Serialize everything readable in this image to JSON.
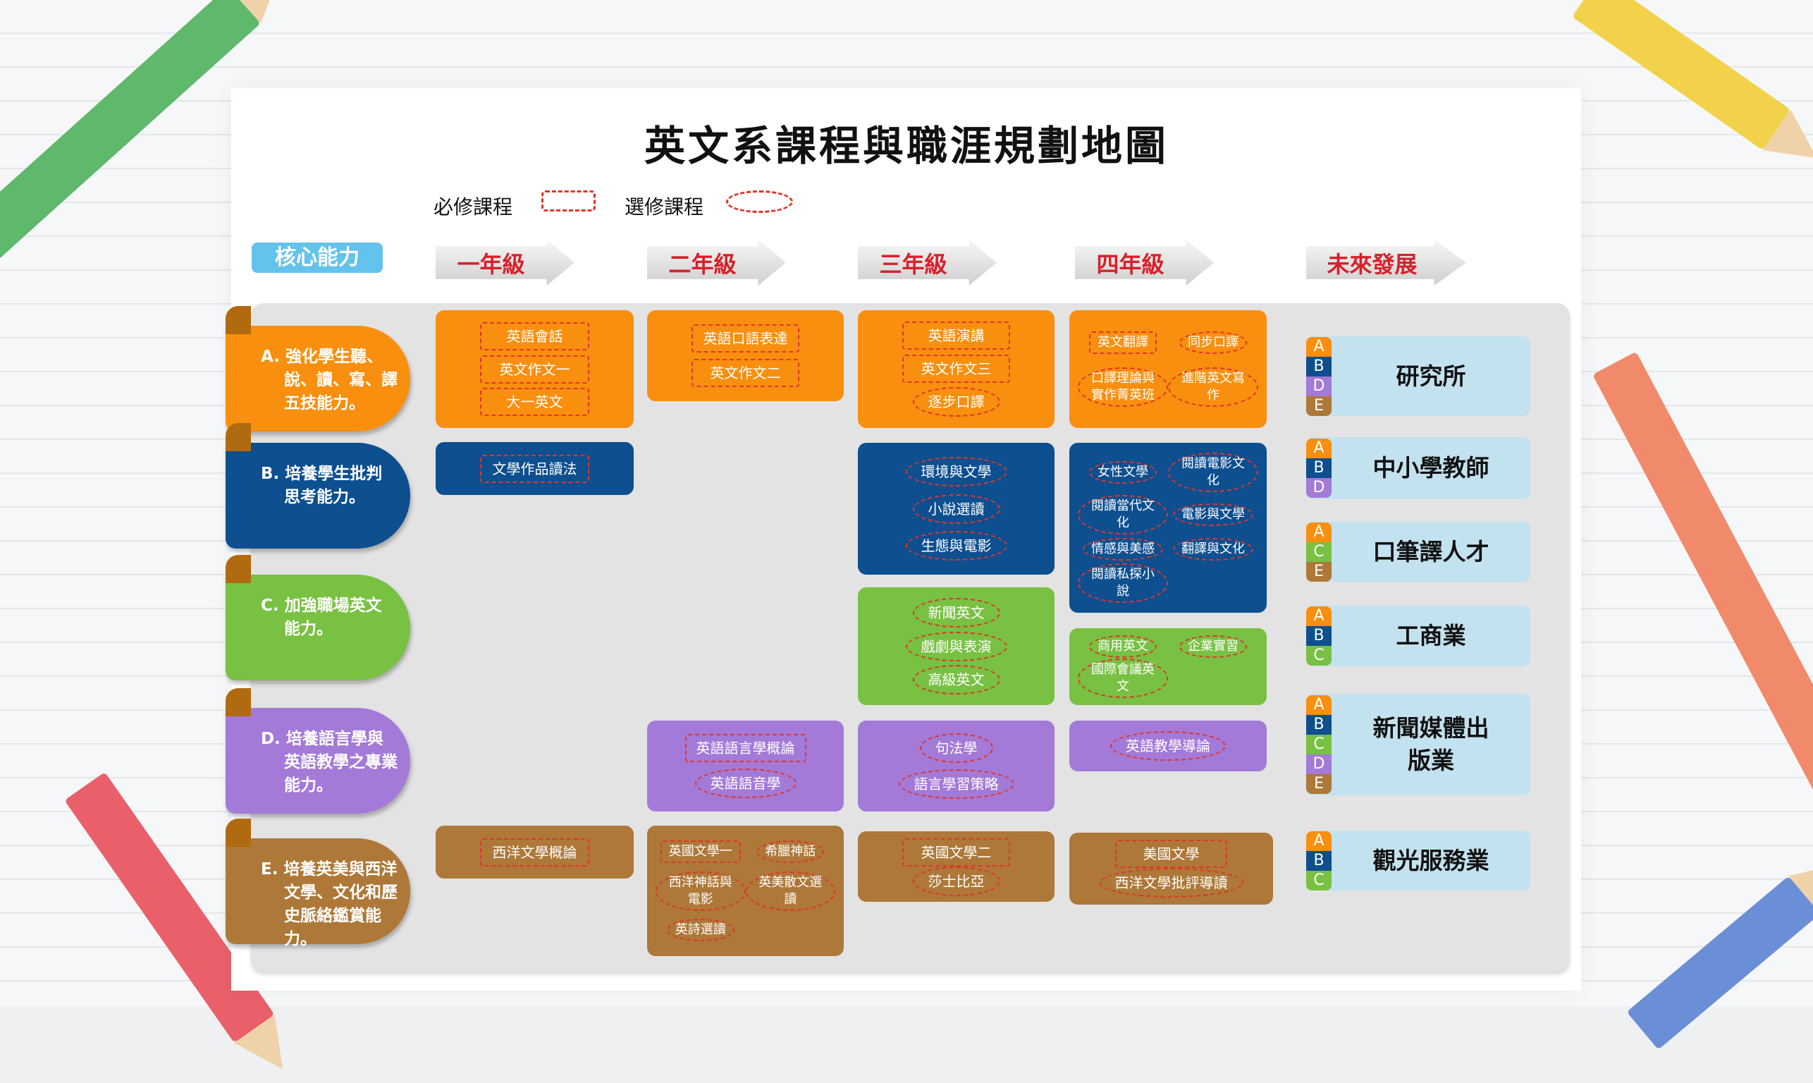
{
  "title": "英文系課程與職涯規劃地圖",
  "legend": {
    "required_label": "必修課程",
    "elective_label": "選修課程"
  },
  "core_label": "核心能力",
  "grades": [
    "一年級",
    "二年級",
    "三年級",
    "四年級",
    "未來發展"
  ],
  "colors": {
    "A": "#f98f0e",
    "B": "#0d4f8f",
    "C": "#78c142",
    "D": "#a37ad8",
    "E": "#ad7838",
    "dash": "#e0352b",
    "career_bg": "#c3e2ef",
    "grade_text": "#d8202a"
  },
  "rows": [
    {
      "letter": "A",
      "label": "A. 強化學生聽、說、讀、寫、譯五技能力。",
      "years": [
        [
          {
            "name": "英語會話",
            "type": "required"
          },
          {
            "name": "英文作文一",
            "type": "required"
          },
          {
            "name": "大一英文",
            "type": "required"
          }
        ],
        [
          {
            "name": "英語口語表達",
            "type": "required"
          },
          {
            "name": "英文作文二",
            "type": "required"
          }
        ],
        [
          {
            "name": "英語演講",
            "type": "required"
          },
          {
            "name": "英文作文三",
            "type": "required"
          },
          {
            "name": "逐步口譯",
            "type": "elective"
          }
        ],
        [
          {
            "name": "英文翻譯",
            "type": "required"
          },
          {
            "name": "同步口譯",
            "type": "elective"
          },
          {
            "name": "口譯理論與實作菁英班",
            "type": "elective"
          },
          {
            "name": "進階英文寫作",
            "type": "elective"
          }
        ]
      ]
    },
    {
      "letter": "B",
      "label": "B. 培養學生批判思考能力。",
      "years": [
        [
          {
            "name": "文學作品讀法",
            "type": "required"
          }
        ],
        [],
        [
          {
            "name": "環境與文學",
            "type": "elective"
          },
          {
            "name": "小說選讀",
            "type": "elective"
          },
          {
            "name": "生態與電影",
            "type": "elective"
          }
        ],
        [
          {
            "name": "女性文學",
            "type": "elective"
          },
          {
            "name": "閱讀電影文化",
            "type": "elective"
          },
          {
            "name": "閱讀當代文化",
            "type": "elective"
          },
          {
            "name": "電影與文學",
            "type": "elective"
          },
          {
            "name": "情感與美感",
            "type": "elective"
          },
          {
            "name": "翻譯與文化",
            "type": "elective"
          },
          {
            "name": "閱讀私探小說",
            "type": "elective"
          }
        ]
      ]
    },
    {
      "letter": "C",
      "label": "C. 加強職場英文能力。",
      "years": [
        [],
        [],
        [
          {
            "name": "新聞英文",
            "type": "elective"
          },
          {
            "name": "戲劇與表演",
            "type": "elective"
          },
          {
            "name": "高級英文",
            "type": "elective"
          }
        ],
        [
          {
            "name": "商用英文",
            "type": "elective"
          },
          {
            "name": "企業實習",
            "type": "elective"
          },
          {
            "name": "國際會議英文",
            "type": "elective"
          }
        ]
      ]
    },
    {
      "letter": "D",
      "label": "D. 培養語言學與英語教學之專業能力。",
      "years": [
        [],
        [
          {
            "name": "英語語言學概論",
            "type": "required"
          },
          {
            "name": "英語語音學",
            "type": "elective"
          }
        ],
        [
          {
            "name": "句法學",
            "type": "elective"
          },
          {
            "name": "語言學習策略",
            "type": "elective"
          }
        ],
        [
          {
            "name": "英語教學導論",
            "type": "elective"
          }
        ]
      ]
    },
    {
      "letter": "E",
      "label": "E. 培養英美與西洋文學、文化和歷史脈絡鑑賞能力。",
      "years": [
        [
          {
            "name": "西洋文學概論",
            "type": "required"
          }
        ],
        [
          {
            "name": "英國文學一",
            "type": "required"
          },
          {
            "name": "希臘神話",
            "type": "elective"
          },
          {
            "name": "西洋神話與電影",
            "type": "elective"
          },
          {
            "name": "英美散文選讀",
            "type": "elective"
          },
          {
            "name": "英詩選讀",
            "type": "elective"
          }
        ],
        [
          {
            "name": "英國文學二",
            "type": "required"
          },
          {
            "name": "莎士比亞",
            "type": "elective"
          }
        ],
        [
          {
            "name": "美國文學",
            "type": "required"
          },
          {
            "name": "西洋文學批評導讀",
            "type": "elective"
          }
        ]
      ]
    }
  ],
  "careers": [
    {
      "name": "研究所",
      "abilities": [
        "A",
        "B",
        "D",
        "E"
      ]
    },
    {
      "name": "中小學教師",
      "abilities": [
        "A",
        "B",
        "D"
      ]
    },
    {
      "name": "口筆譯人才",
      "abilities": [
        "A",
        "C",
        "E"
      ]
    },
    {
      "name": "工商業",
      "abilities": [
        "A",
        "B",
        "C"
      ]
    },
    {
      "name": "新聞媒體出版業",
      "abilities": [
        "A",
        "B",
        "C",
        "D",
        "E"
      ]
    },
    {
      "name": "觀光服務業",
      "abilities": [
        "A",
        "B",
        "C"
      ]
    }
  ]
}
